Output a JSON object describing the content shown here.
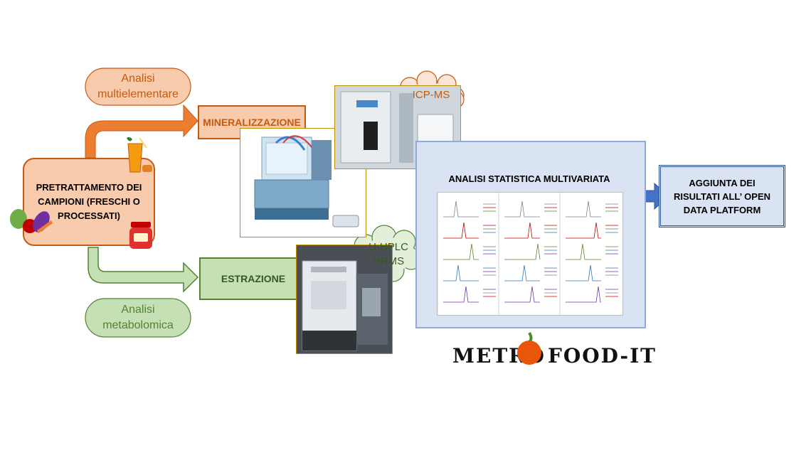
{
  "clouds": {
    "analisi_multielementare": "Analisi\nmultielementare",
    "analisi_metabolomica": "Analisi\nmetabolomica",
    "icp_ms": "ICP-MS",
    "uhplc": "U-HPLC\nHRMS"
  },
  "boxes": {
    "pretrattamento": "PRETRATTAMENTO DEI CAMPIONI (FRESCHI O PROCESSATI)",
    "mineralizzazione": "MINERALIZZAZIONE",
    "estrazione": "ESTRAZIONE",
    "analisi_statistica": "ANALISI STATISTICA MULTIVARIATA",
    "open_data": "AGGIUNTA DEI RISULTATI ALL’ OPEN DATA PLATFORM"
  },
  "logo": {
    "left": "METRO",
    "right": "FOOD-IT"
  },
  "colors": {
    "orange_fill": "#f8cbad",
    "orange_stroke": "#c55a11",
    "green_fill": "#c5e0b4",
    "green_stroke": "#548235",
    "blue_fill": "#dae3f3",
    "blue_stroke": "#4472c4"
  }
}
